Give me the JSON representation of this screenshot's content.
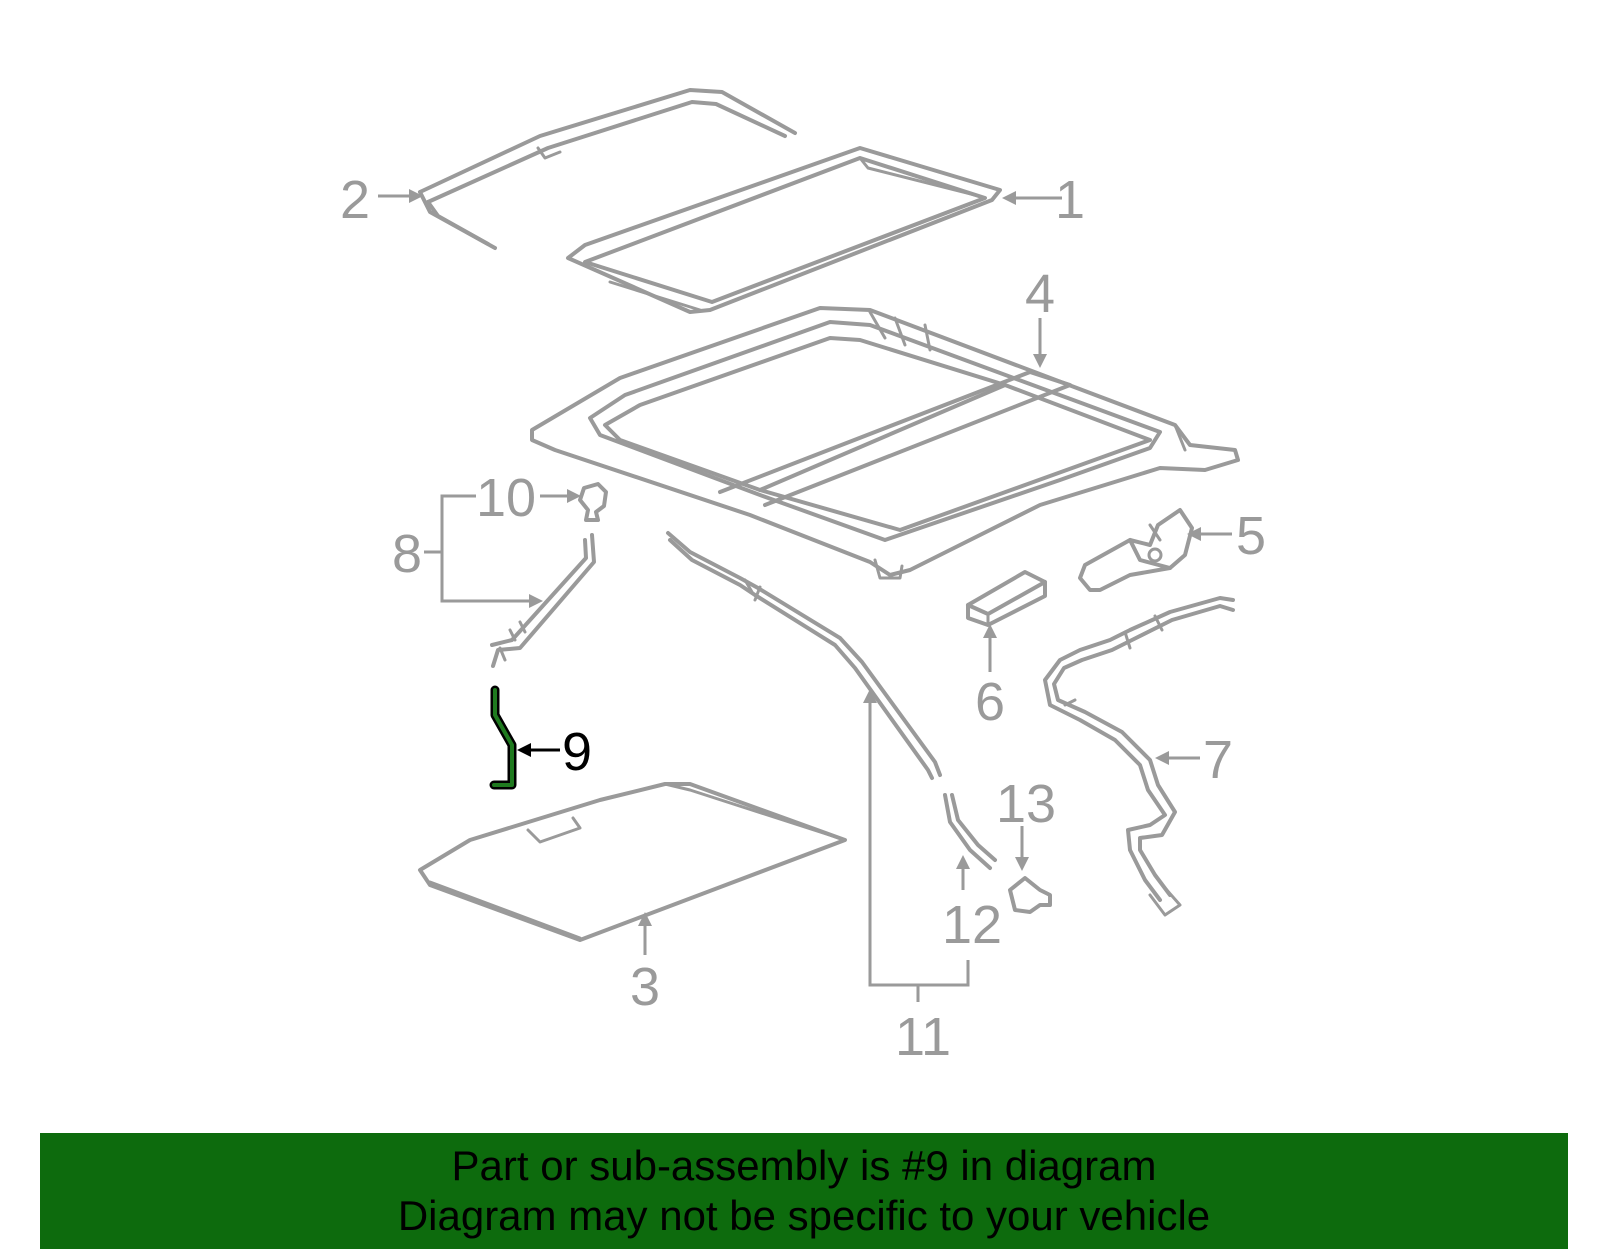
{
  "diagram": {
    "callouts": [
      "1",
      "2",
      "3",
      "4",
      "5",
      "6",
      "7",
      "8",
      "9",
      "10",
      "11",
      "12",
      "13"
    ],
    "highlighted_callout": "9",
    "colors": {
      "part_line": "#9a9a9a",
      "highlight_outline": "#000000",
      "highlight_fill": "#1f7a1f",
      "banner_background": "#0d6b0d",
      "banner_text": "#000000"
    }
  },
  "banner": {
    "line1": "Part or sub-assembly is #9 in diagram",
    "line2": "Diagram may not be specific to your vehicle"
  }
}
